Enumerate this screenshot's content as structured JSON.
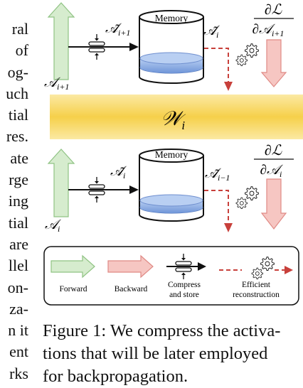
{
  "left_column_fragments": [
    "ral",
    "of",
    "og-",
    "uch",
    "tial",
    "res.",
    "ate",
    "rge",
    "ing",
    "tial",
    "are",
    "llel",
    "on-",
    "za-",
    "n it",
    "ent",
    "rks"
  ],
  "figure": {
    "memory_label_top": "Memory",
    "memory_label_bottom": "Memory",
    "weight_label": "𝒲",
    "weight_subscript": "i",
    "top": {
      "input_label": "𝒜",
      "input_sub": "i+1",
      "compressed_label": "𝒜̃",
      "compressed_sub": "i+1",
      "reconstructed_label": "𝒜̃",
      "reconstructed_sub": "i",
      "grad_numerator": "∂ℒ",
      "grad_denominator": "∂𝒜",
      "grad_denominator_sub": "i+1"
    },
    "bottom": {
      "input_label": "𝒜",
      "input_sub": "i",
      "compressed_label": "𝒜̃",
      "compressed_sub": "i",
      "reconstructed_label": "𝒜̃",
      "reconstructed_sub": "i−1",
      "grad_numerator": "∂ℒ",
      "grad_denominator": "∂𝒜",
      "grad_denominator_sub": "i"
    },
    "legend": {
      "forward": "Forward",
      "backward": "Backward",
      "compress_line1": "Compress",
      "compress_line2": "and store",
      "efficient_line1": "Efficient",
      "efficient_line2": "reconstruction"
    },
    "colors": {
      "forward_fill": "#d6ecce",
      "forward_stroke": "#8fc383",
      "backward_fill": "#f6c6c2",
      "backward_stroke": "#e08a85",
      "dashed_red": "#c8403b",
      "weight_band": "#f6d04a",
      "liquid": "#8fb1e6"
    }
  },
  "caption_lines": [
    "Figure 1: We compress the activa-",
    "tions that will be later employed",
    "for backpropagation."
  ]
}
